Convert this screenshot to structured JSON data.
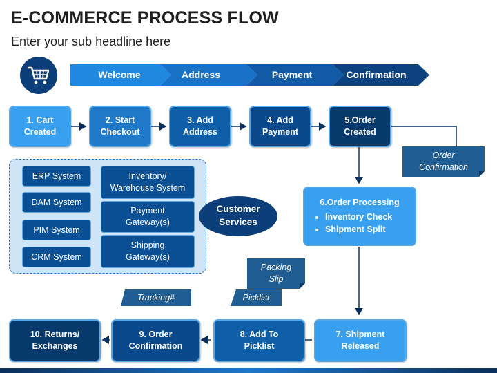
{
  "header": {
    "title": "E-COMMERCE PROCESS FLOW",
    "subtitle": "Enter your sub headline here"
  },
  "icons": {
    "cart": "shopping-cart-icon"
  },
  "stages": [
    "Welcome",
    "Address",
    "Payment",
    "Confirmation"
  ],
  "steps": {
    "s1": "1. Cart\nCreated",
    "s2": "2. Start\nCheckout",
    "s3": "3. Add\nAddress",
    "s4": "4. Add\nPayment",
    "s5": "5.Order\nCreated",
    "s6": "6.Order Processing",
    "s7": "7. Shipment\nReleased",
    "s8": "8. Add To\nPicklist",
    "s9": "9. Order\nConfirmation",
    "s10": "10. Returns/\nExchanges"
  },
  "processing_bullets": [
    "Inventory Check",
    "Shipment Split"
  ],
  "tags": {
    "order_confirmation": "Order\nConfirmation",
    "packing_slip": "Packing\nSlip",
    "picklist": "Picklist",
    "tracking": "Tracking#"
  },
  "systems": {
    "left": [
      "ERP System",
      "DAM System",
      "PIM System",
      "CRM System"
    ],
    "right": [
      "Inventory/\nWarehouse System",
      "Payment\nGateway(s)",
      "Shipping\nGateway(s)"
    ]
  },
  "customer_services": "Customer\nServices",
  "colors": {
    "dark_navy": "#0c3f7a",
    "light_blue": "#38a0ee",
    "mid_blue": "#1f78c8",
    "panel_bg": "#cfe4f6"
  }
}
